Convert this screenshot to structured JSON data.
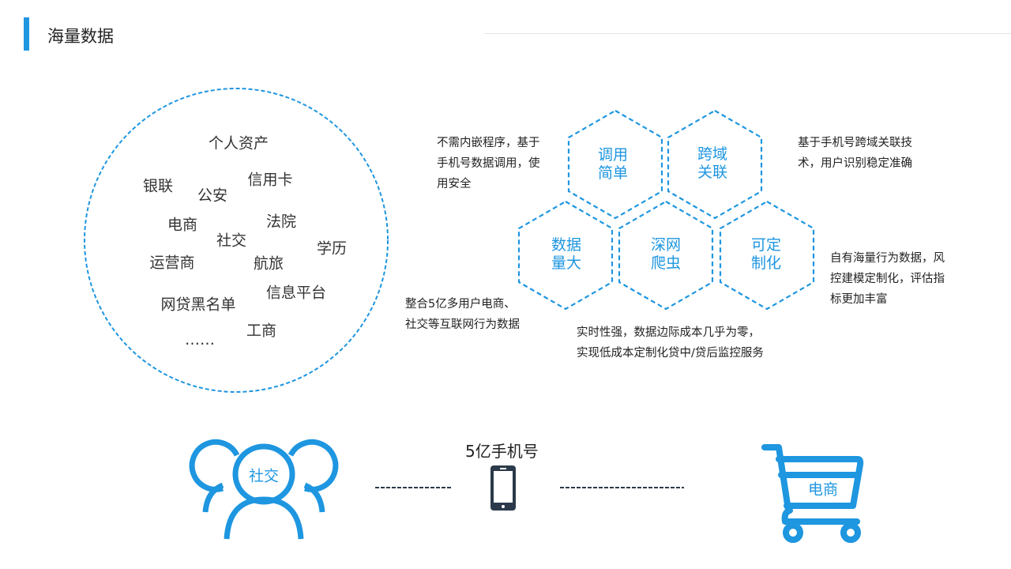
{
  "header": {
    "title": "海量数据"
  },
  "circle_words": [
    "个人资产",
    "银联",
    "公安",
    "信用卡",
    "电商",
    "法院",
    "社交",
    "学历",
    "运营商",
    "航旅",
    "信息平台",
    "网贷黑名单",
    "工商",
    "……"
  ],
  "hexagons": [
    {
      "line1": "调用",
      "line2": "简单"
    },
    {
      "line1": "跨域",
      "line2": "关联"
    },
    {
      "line1": "数据",
      "line2": "量大"
    },
    {
      "line1": "深网",
      "line2": "爬虫"
    },
    {
      "line1": "可定",
      "line2": "制化"
    }
  ],
  "descriptions": {
    "simple": [
      "不需内嵌程序，基于",
      "手机号数据调用，使",
      "用安全"
    ],
    "cross": [
      "基于手机号跨域关联技",
      "术，用户识别稳定准确"
    ],
    "volume": [
      "整合5亿多用户电商、",
      "社交等互联网行为数据"
    ],
    "deep": [
      "实时性强，数据边际成本几乎为零，",
      "实现低成本定制化贷中/贷后监控服务"
    ],
    "custom": [
      "自有海量行为数据，风",
      "控建模定制化，评估指",
      "标更加丰富"
    ]
  },
  "bottom": {
    "social_label": "社交",
    "phone_label": "5亿手机号",
    "ecommerce_label": "电商"
  },
  "colors": {
    "accent": "#1e96e0",
    "dark": "#2b3a4a"
  }
}
